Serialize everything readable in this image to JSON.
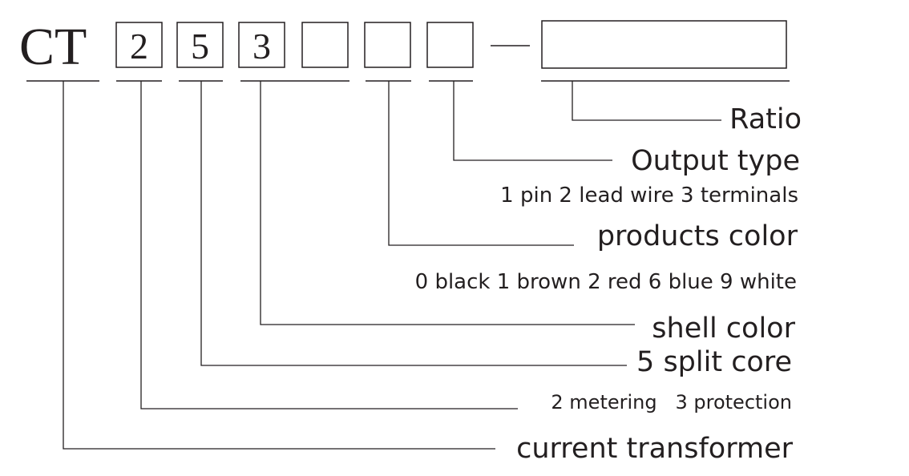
{
  "code": {
    "prefix": "CT",
    "digits": [
      "2",
      "5",
      "3",
      "",
      "",
      ""
    ],
    "ratio_box": ""
  },
  "labels": {
    "ratio": "Ratio",
    "output_type": "Output type",
    "output_type_options": "1 pin 2 lead wire 3 terminals",
    "products_color": "products color",
    "products_color_options": "0 black 1 brown 2 red 6 blue 9 white",
    "shell_color": "shell color",
    "split_core": "5 split core",
    "metering_protection": "2 metering   3 protection",
    "current_transformer": "current transformer"
  }
}
